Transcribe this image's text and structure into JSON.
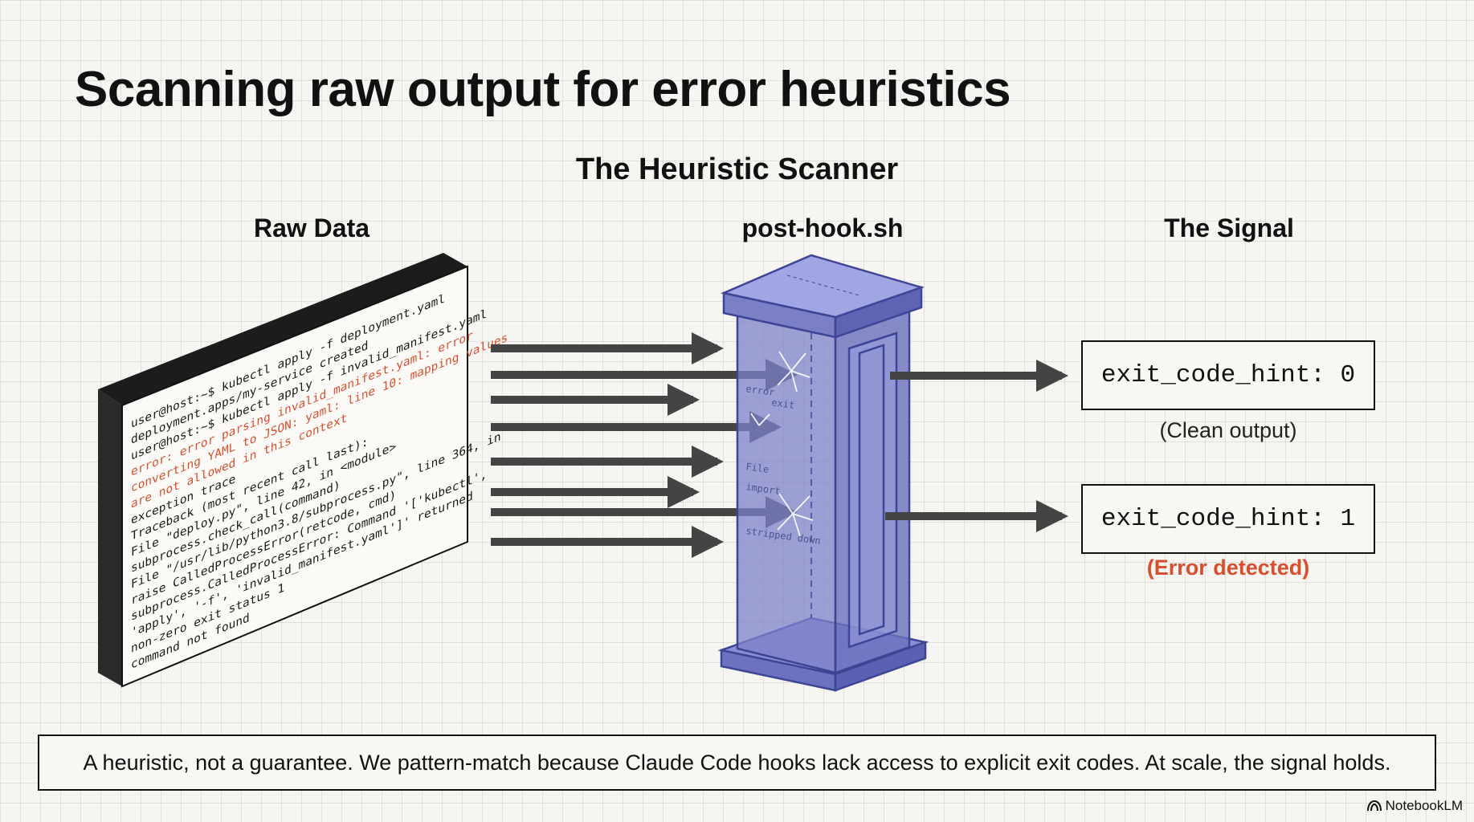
{
  "title": "Scanning raw output for error heuristics",
  "subtitle": "The Heuristic Scanner",
  "columns": {
    "raw": "Raw Data",
    "hook": "post-hook.sh",
    "signal": "The Signal"
  },
  "terminal_lines": [
    {
      "text": "user@host:~$ kubectl apply -f deployment.yaml",
      "error": false
    },
    {
      "text": "deployment.apps/my-service created",
      "error": false
    },
    {
      "text": "user@host:~$ kubectl apply -f invalid_manifest.yaml",
      "error": false
    },
    {
      "text": "error: error parsing invalid_manifest.yaml: error",
      "error": true
    },
    {
      "text": "converting YAML to JSON: yaml: line 10: mapping values",
      "error": true
    },
    {
      "text": "are not allowed in this context",
      "error": true
    },
    {
      "text": "exception trace",
      "error": false
    },
    {
      "text": "Traceback (most recent call last):",
      "error": false
    },
    {
      "text": "  File \"deploy.py\", line 42, in <module>",
      "error": false
    },
    {
      "text": "    subprocess.check_call(command)",
      "error": false
    },
    {
      "text": "  File \"/usr/lib/python3.8/subprocess.py\", line 364, in",
      "error": false
    },
    {
      "text": "    raise CalledProcessError(retcode, cmd)",
      "error": false
    },
    {
      "text": "subprocess.CalledProcessError: Command '['kubectl',",
      "error": false
    },
    {
      "text": "'apply', '-f', 'invalid_manifest.yaml']' returned",
      "error": false
    },
    {
      "text": "non-zero exit status 1",
      "error": false
    },
    {
      "text": "command not found",
      "error": false
    }
  ],
  "scanner_fragments": [
    "error",
    "exit",
    "File",
    "import",
    "stripped down"
  ],
  "signals": [
    {
      "label": "exit_code_hint: 0",
      "caption": "(Clean output)",
      "caption_color": "#222222"
    },
    {
      "label": "exit_code_hint: 1",
      "caption": "(Error detected)",
      "caption_color": "#d6502f"
    }
  ],
  "footer": "A heuristic, not a guarantee. We pattern-match because Claude Code hooks lack access to explicit exit codes. At scale, the signal holds.",
  "brand": "NotebookLM",
  "colors": {
    "background": "#f6f5f1",
    "error_text": "#d6502f",
    "scanner_fill": "#7d82c9",
    "scanner_stroke": "#3f4596",
    "arrow": "#444444"
  },
  "icons": [
    "notebooklm-logo-icon"
  ]
}
